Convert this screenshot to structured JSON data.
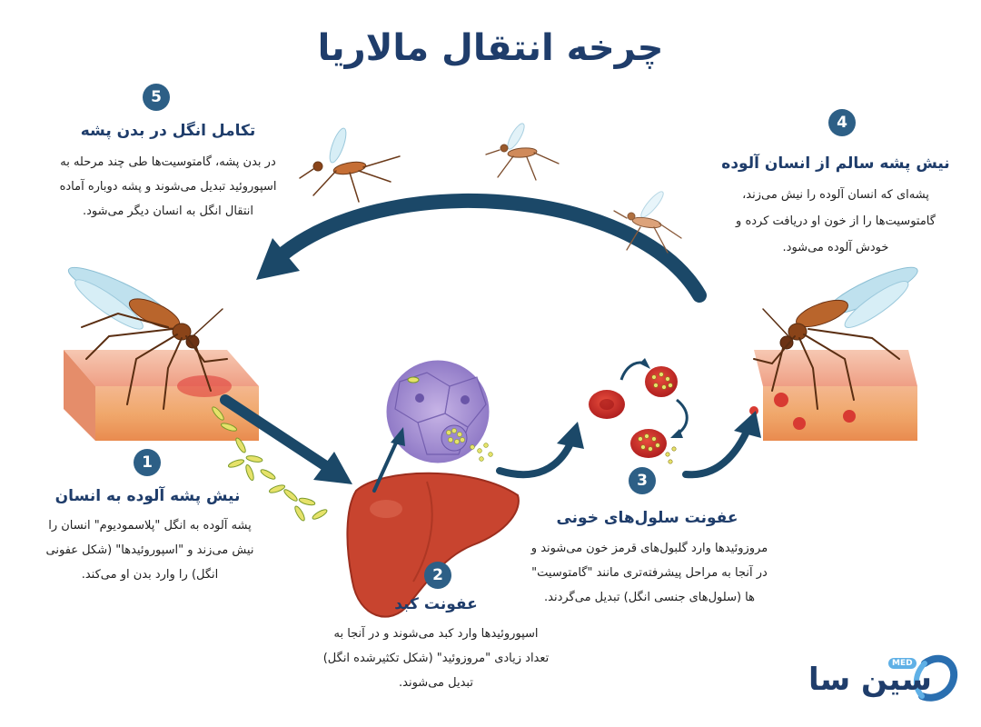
{
  "title": "چرخه انتقال مالاریا",
  "steps": [
    {
      "number": "1",
      "title": "نیش پشه آلوده به انسان",
      "lines": [
        "پشه آلوده به انگل \"پلاسمودیوم\" انسان را",
        "نیش می‌زند و \"اسپوروئیدها\" (شکل عفونی",
        "انگل) را وارد بدن او می‌کند."
      ]
    },
    {
      "number": "2",
      "title": "عفونت کبد",
      "lines": [
        "اسپوروئیدها وارد کبد می‌شوند و در آنجا به",
        "تعداد زیادی \"مروزوئید\" (شکل تکثیرشده انگل)",
        "تبدیل می‌شوند."
      ]
    },
    {
      "number": "3",
      "title": "عفونت سلول‌های خونی",
      "lines": [
        "مروزوئیدها وارد گلبول‌های قرمز خون می‌شوند و",
        "در آنجا به مراحل پیشرفته‌تری مانند \"گامتوسیت\"",
        "ها (سلول‌های جنسی انگل) تبدیل می‌گردند."
      ]
    },
    {
      "number": "4",
      "title": "نیش پشه سالم از انسان آلوده",
      "lines": [
        "پشه‌ای که انسان آلوده را نیش می‌زند،",
        "گامتوسیت‌ها را از خون او دریافت کرده و",
        "خودش آلوده می‌شود."
      ]
    },
    {
      "number": "5",
      "title": "تکامل انگل در بدن پشه",
      "lines": [
        "در بدن پشه، گامتوسیت‌ها طی چند مرحله به",
        "اسپوروئید تبدیل می‌شوند و پشه دوباره آماده",
        "انتقال انگل به انسان دیگر می‌شود."
      ]
    }
  ],
  "brand": {
    "name": "سین سا",
    "tag": "MED"
  },
  "colors": {
    "accent": "#1f3d6b",
    "badge": "#2d5f86",
    "arrow": "#1b4868",
    "skin": "#f2b49a",
    "liver": "#c0392b"
  }
}
